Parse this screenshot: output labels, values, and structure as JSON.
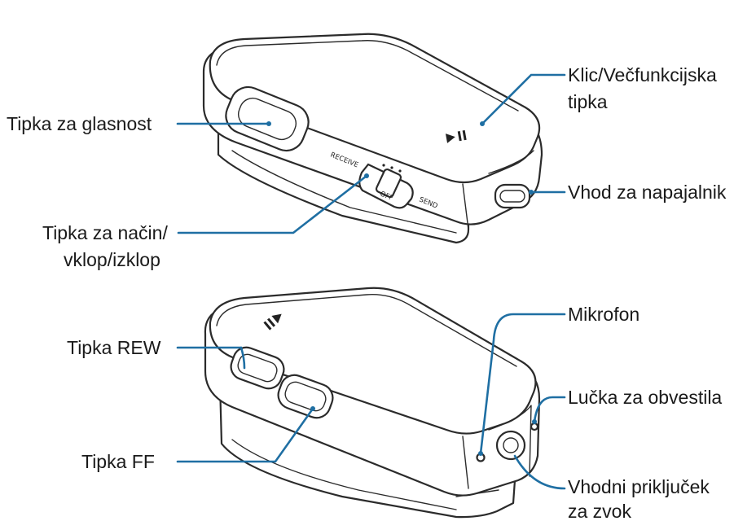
{
  "colors": {
    "callout": "#1f6fa3",
    "outline": "#2b2b2b",
    "text": "#1a1a1a"
  },
  "device_markings": {
    "receive": "RECEIVE",
    "send": "SEND",
    "off": "OFF"
  },
  "labels": {
    "volume_key": "Tipka za glasnost",
    "call_key_line1": "Klic/Večfunkcijska",
    "call_key_line2": "tipka",
    "charger_port": "Vhod za napajalnik",
    "mode_key_line1": "Tipka za način/",
    "mode_key_line2": "vklop/izklop",
    "rew_key": "Tipka REW",
    "ff_key": "Tipka FF",
    "microphone": "Mikrofon",
    "indicator": "Lučka za obvestila",
    "audio_jack_line1": "Vhodni priključek",
    "audio_jack_line2": "za zvok"
  }
}
